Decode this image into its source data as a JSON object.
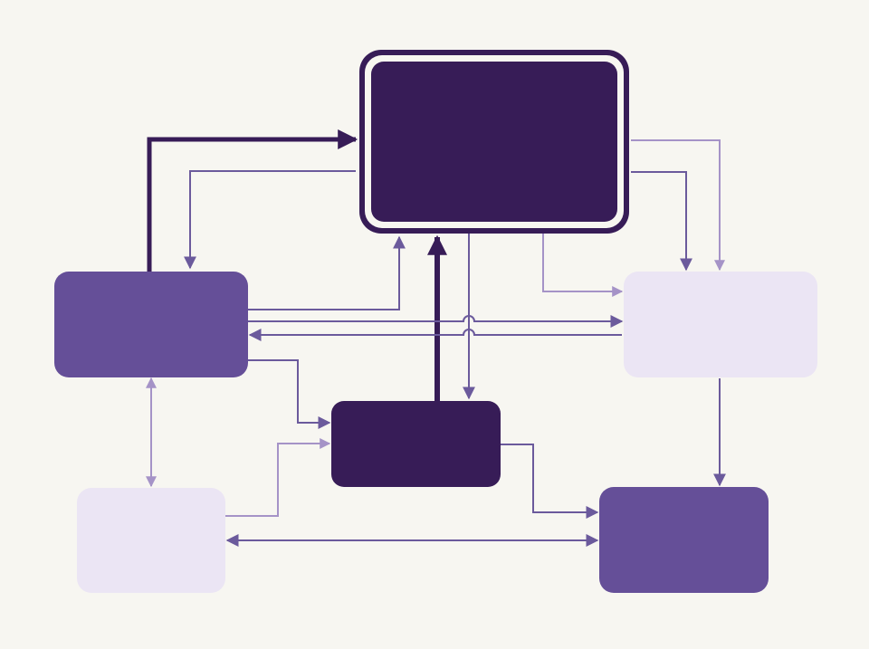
{
  "colors": {
    "background": "#f7f6f1",
    "dark": "#371c57",
    "medium": "#654f98",
    "light": "#ebe5f4",
    "line_dark": "#371c57",
    "line_medium": "#6b5a9c",
    "line_light": "#a593c7"
  },
  "nodes": [
    {
      "id": "central-hub-box",
      "shade": "dark",
      "emphasis": "double-border"
    },
    {
      "id": "left-module-box",
      "shade": "medium"
    },
    {
      "id": "center-processor-box",
      "shade": "dark"
    },
    {
      "id": "right-module-box",
      "shade": "light"
    },
    {
      "id": "bottom-left-box",
      "shade": "light"
    },
    {
      "id": "bottom-right-box",
      "shade": "medium"
    }
  ],
  "connectors": [
    {
      "id": "left-to-hub-main",
      "from": "left-module-box",
      "to": "central-hub-box",
      "weight": "heavy",
      "shade": "dark",
      "direction": "forward"
    },
    {
      "id": "hub-to-left",
      "from": "central-hub-box",
      "to": "left-module-box",
      "weight": "normal",
      "shade": "medium",
      "direction": "forward"
    },
    {
      "id": "left-to-hub-lower",
      "from": "left-module-box",
      "to": "central-hub-box",
      "weight": "normal",
      "shade": "medium",
      "direction": "forward"
    },
    {
      "id": "processor-to-hub",
      "from": "center-processor-box",
      "to": "central-hub-box",
      "weight": "heavy",
      "shade": "dark",
      "direction": "forward"
    },
    {
      "id": "hub-to-processor",
      "from": "central-hub-box",
      "to": "center-processor-box",
      "weight": "normal",
      "shade": "medium",
      "direction": "forward"
    },
    {
      "id": "hub-to-right-outer",
      "from": "central-hub-box",
      "to": "right-module-box",
      "weight": "normal",
      "shade": "light",
      "direction": "forward"
    },
    {
      "id": "hub-to-right-inner",
      "from": "central-hub-box",
      "to": "right-module-box",
      "weight": "normal",
      "shade": "medium",
      "direction": "forward"
    },
    {
      "id": "hub-to-right-side",
      "from": "central-hub-box",
      "to": "right-module-box",
      "weight": "normal",
      "shade": "light",
      "direction": "forward"
    },
    {
      "id": "left-right-link-upper",
      "from": "left-module-box",
      "to": "right-module-box",
      "weight": "normal",
      "shade": "medium",
      "direction": "forward"
    },
    {
      "id": "left-right-link-lower",
      "from": "right-module-box",
      "to": "left-module-box",
      "weight": "normal",
      "shade": "medium",
      "direction": "forward"
    },
    {
      "id": "left-to-processor",
      "from": "left-module-box",
      "to": "center-processor-box",
      "weight": "normal",
      "shade": "medium",
      "direction": "forward"
    },
    {
      "id": "left-bottom-link",
      "from": "left-module-box",
      "to": "bottom-left-box",
      "weight": "normal",
      "shade": "light",
      "direction": "both"
    },
    {
      "id": "bottom-left-to-processor",
      "from": "bottom-left-box",
      "to": "center-processor-box",
      "weight": "normal",
      "shade": "light",
      "direction": "forward"
    },
    {
      "id": "processor-to-bottom-right",
      "from": "center-processor-box",
      "to": "bottom-right-box",
      "weight": "normal",
      "shade": "medium",
      "direction": "forward"
    },
    {
      "id": "right-to-bottom-right",
      "from": "right-module-box",
      "to": "bottom-right-box",
      "weight": "normal",
      "shade": "medium",
      "direction": "forward"
    },
    {
      "id": "bottom-link",
      "from": "bottom-left-box",
      "to": "bottom-right-box",
      "weight": "normal",
      "shade": "medium",
      "direction": "both"
    }
  ]
}
